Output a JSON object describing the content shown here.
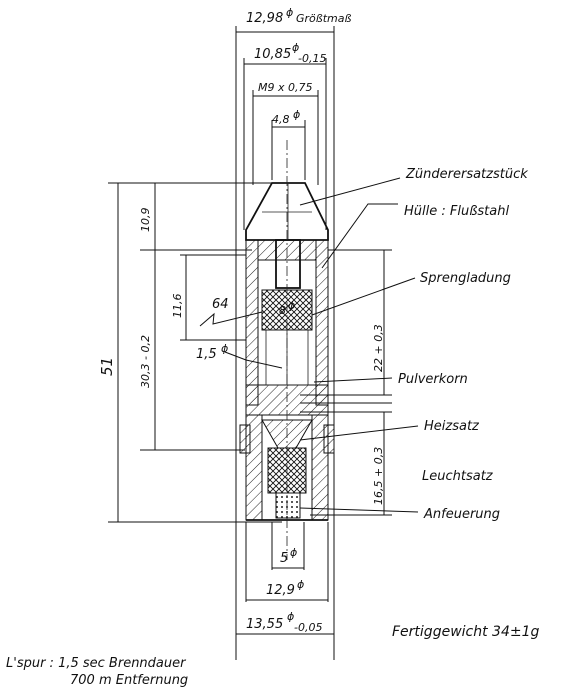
{
  "dimensions": {
    "max_diameter": "12,98",
    "max_diameter_suffix": "Größtmaß",
    "outer_diameter": "10,85",
    "outer_tolerance": "-0,15",
    "thread": "M9 x 0,75",
    "fuze_bore": "4,8",
    "total_length": "51",
    "top_length": "10,9",
    "body_length": "30,3 - 0,2",
    "cavity_depth": "11,6",
    "angle": "64",
    "channel_diameter": "1,5",
    "upper_chamber_length": "22 + 0,3",
    "lower_chamber_length": "16,5 + 0,3",
    "base_bore": "5",
    "base_outer": "12,9",
    "band_diameter": "13,55",
    "band_tolerance": "-0,05",
    "inner_bore": "8",
    "diameter_symbol": "ϕ"
  },
  "labels": {
    "fuze_insert": "Zünderersatzstück",
    "casing": "Hülle : Flußstahl",
    "explosive": "Sprengladung",
    "powder_grain": "Pulverkorn",
    "heating_charge": "Heizsatz",
    "tracer_charge": "Leuchtsatz",
    "igniter": "Anfeuerung"
  },
  "notes": {
    "weight": "Fertiggewicht 34±1g",
    "tracer_line1": "L'spur : 1,5 sec Brenndauer",
    "tracer_line2": "700 m Entfernung"
  }
}
